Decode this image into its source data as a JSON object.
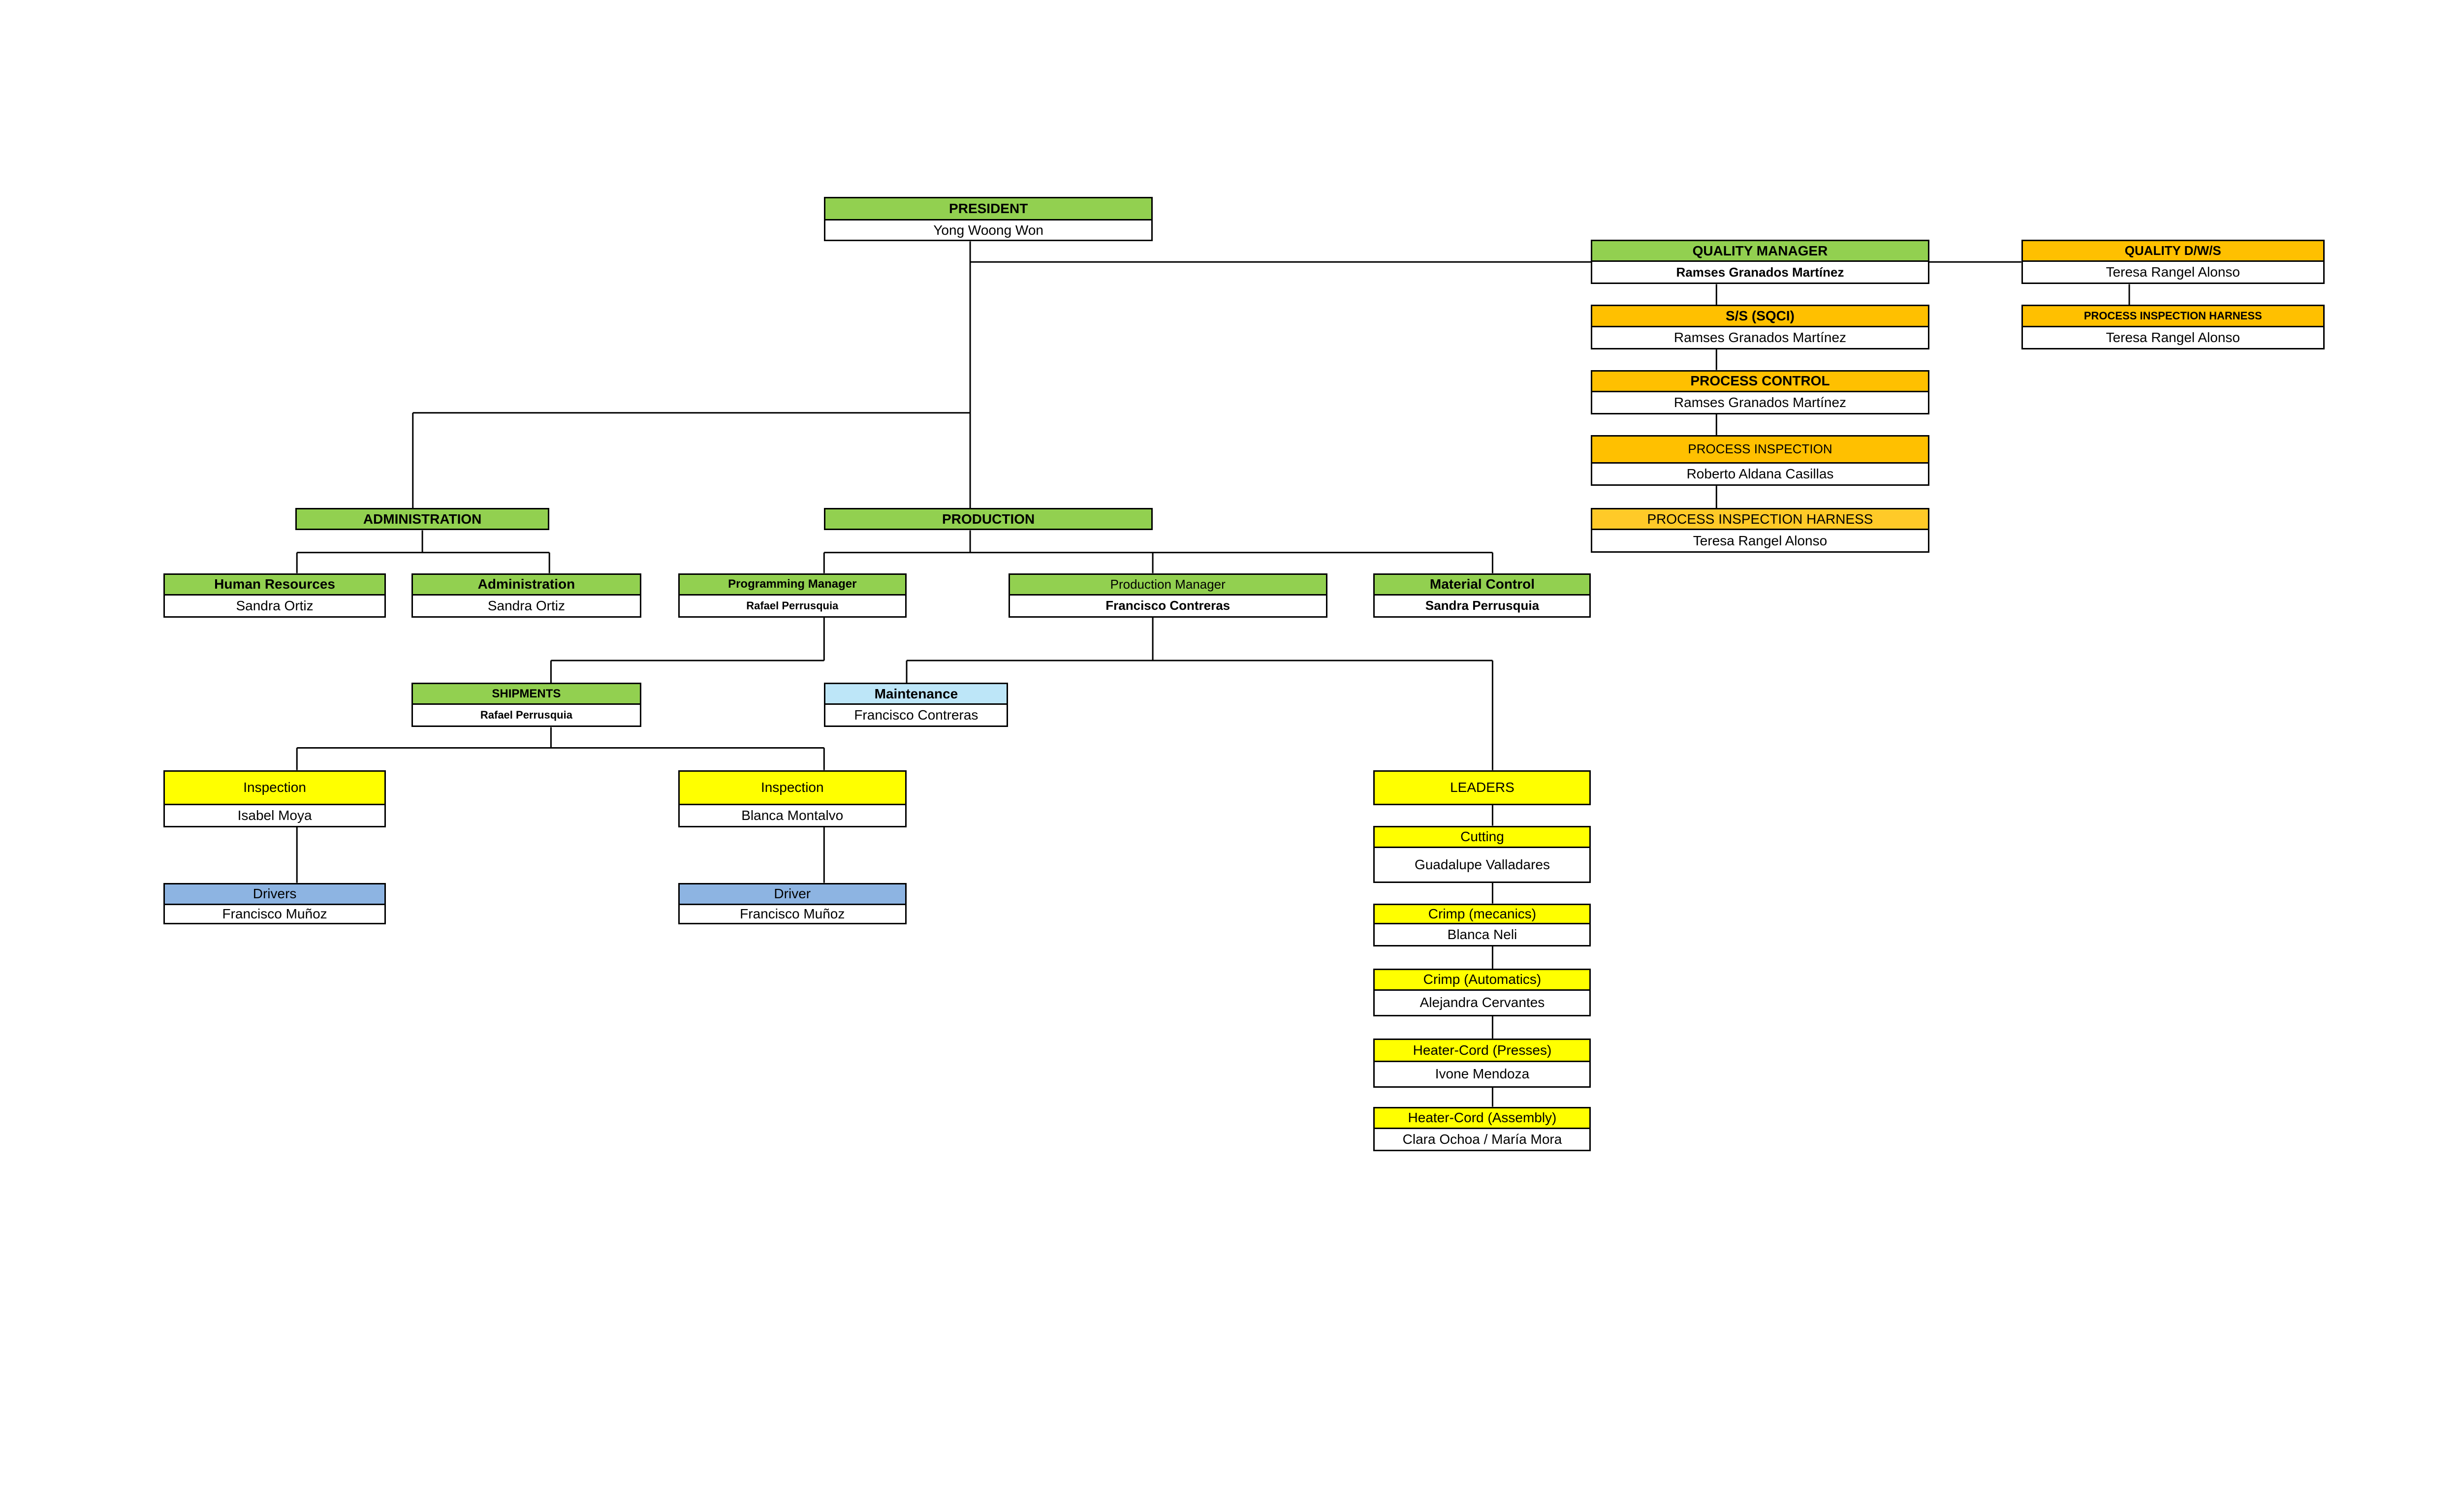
{
  "nodes": {
    "president": {
      "title": "PRESIDENT",
      "name": "Yong Woong Won"
    },
    "quality_manager": {
      "title": "QUALITY MANAGER",
      "name": "Ramses Granados Martínez"
    },
    "quality_dws": {
      "title": "QUALITY D/W/S",
      "name": "Teresa Rangel Alonso"
    },
    "ss_sqci": {
      "title": "S/S (SQCI)",
      "name": "Ramses Granados Martínez"
    },
    "pih_right": {
      "title": "PROCESS INSPECTION HARNESS",
      "name": "Teresa Rangel Alonso"
    },
    "process_control": {
      "title": "PROCESS CONTROL",
      "name": "Ramses Granados Martínez"
    },
    "process_inspection": {
      "title": "PROCESS  INSPECTION",
      "name": "Roberto Aldana Casillas"
    },
    "pih_bottom": {
      "title": "PROCESS INSPECTION HARNESS",
      "name": "Teresa Rangel Alonso"
    },
    "administration": {
      "title": "ADMINISTRATION"
    },
    "production": {
      "title": "PRODUCTION"
    },
    "human_resources": {
      "title": "Human Resources",
      "name": "Sandra Ortiz"
    },
    "administration_sub": {
      "title": "Administration",
      "name": "Sandra Ortiz"
    },
    "programming_manager": {
      "title": "Programming Manager",
      "name": "Rafael Perrusquia"
    },
    "production_manager": {
      "title": "Production Manager",
      "name": "Francisco Contreras"
    },
    "material_control": {
      "title": "Material Control",
      "name": "Sandra Perrusquia"
    },
    "shipments": {
      "title": "SHIPMENTS",
      "name": "Rafael Perrusquia"
    },
    "maintenance": {
      "title": "Maintenance",
      "name": "Francisco Contreras"
    },
    "inspection_1": {
      "title": "Inspection",
      "name": "Isabel Moya"
    },
    "inspection_2": {
      "title": "Inspection",
      "name": "Blanca Montalvo"
    },
    "leaders": {
      "title": "LEADERS"
    },
    "drivers": {
      "title": "Drivers",
      "name": "Francisco Muñoz"
    },
    "driver": {
      "title": "Driver",
      "name": "Francisco Muñoz"
    },
    "cutting": {
      "title": "Cutting",
      "name": "Guadalupe Valladares"
    },
    "crimp_mecanics": {
      "title": "Crimp (mecanics)",
      "name": "Blanca Neli"
    },
    "crimp_automatics": {
      "title": "Crimp (Automatics)",
      "name": "Alejandra Cervantes"
    },
    "heater_presses": {
      "title": "Heater-Cord (Presses)",
      "name": "Ivone Mendoza"
    },
    "heater_assembly": {
      "title": "Heater-Cord (Assembly)",
      "name": "Clara Ochoa / María Mora"
    }
  },
  "colors": {
    "green": "#92d050",
    "orange": "#ffc000",
    "yellow": "#ffff00",
    "blue": "#8db4e2",
    "light_blue": "#bde6f8",
    "line": "#000000"
  }
}
